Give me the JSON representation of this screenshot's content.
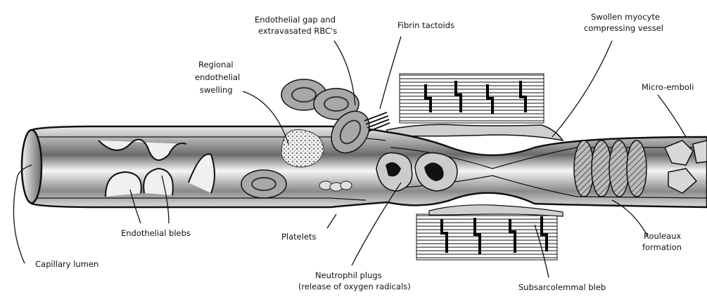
{
  "labels": {
    "endothelial_gap_line1": "Endothelial gap and",
    "endothelial_gap_line2": "extravasated RBC's",
    "fibrin_tactoids": "Fibrin tactoids",
    "swollen_myocyte_line1": "Swollen myocyte",
    "swollen_myocyte_line2": "compressing vessel",
    "regional_line1": "Regional",
    "regional_line2": "endothelial",
    "regional_line3": "swelling",
    "micro_emboli": "Micro-emboli",
    "endothelial_blebs": "Endothelial blebs",
    "platelets": "Platelets",
    "rouleaux_line1": "Rouleaux",
    "rouleaux_line2": "formation",
    "capillary_lumen": "Capillary lumen",
    "neutrophil_line1": "Neutrophil plugs",
    "neutrophil_line2": "(release of oxygen radicals)",
    "subsarcolemmal_bleb": "Subsarcolemmal bleb"
  },
  "colors": {
    "line": "#111111",
    "gradient_dark": "#555555",
    "gradient_light": "#f4f4f4",
    "cell_fill": "#a8a8a8",
    "striation": "#222222"
  }
}
